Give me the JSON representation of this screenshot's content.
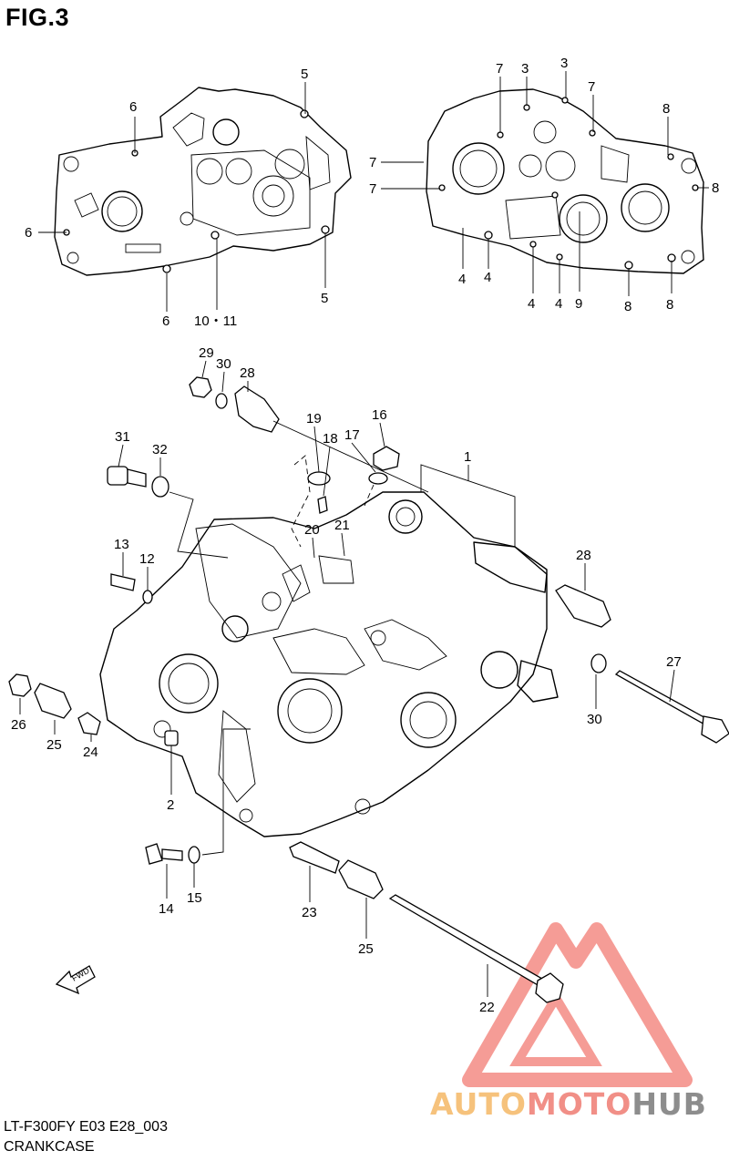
{
  "figure_label": "FIG.3",
  "footer": {
    "model_code": "LT-F300FY E03 E28_003",
    "section_name": "CRANKCASE"
  },
  "watermark": {
    "part1": "AUTO",
    "part2": "MOTO",
    "part3": "HUB",
    "colors": {
      "auto": "#f6c27c",
      "moto": "#f18f87",
      "hub": "#8d8d8d",
      "triangle": "#f48b84"
    }
  },
  "fwd_label": "FWD",
  "callouts": [
    "5",
    "6",
    "6",
    "6",
    "5",
    "10・11",
    "7",
    "3",
    "3",
    "7",
    "8",
    "7",
    "8",
    "7",
    "4",
    "4",
    "4",
    "4",
    "9",
    "8",
    "8",
    "29",
    "30",
    "28",
    "19",
    "18",
    "17",
    "16",
    "1",
    "31",
    "32",
    "20",
    "21",
    "13",
    "12",
    "28",
    "27",
    "30",
    "26",
    "25",
    "24",
    "2",
    "14",
    "15",
    "23",
    "25",
    "22"
  ]
}
